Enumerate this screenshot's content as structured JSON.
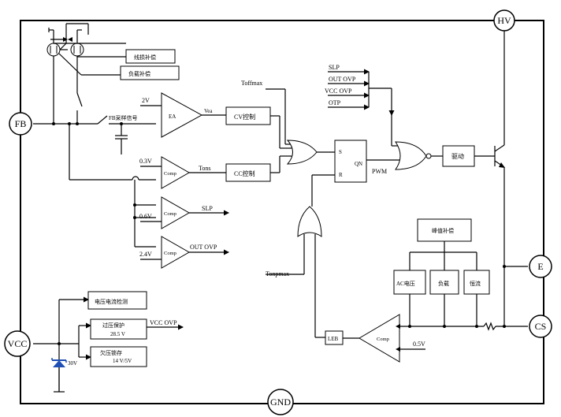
{
  "pins": {
    "hv": "HV",
    "fb": "FB",
    "e": "E",
    "cs": "CS",
    "vcc": "VCC",
    "gnd": "GND"
  },
  "labels": {
    "line_comp": "线损补偿",
    "load_comp": "负载补偿",
    "fb_sample": "FB采样信号",
    "ref_2v": "2V",
    "vea": "Vea",
    "ea": "EA",
    "cv_ctrl": "CV控制",
    "toffmax": "Toffmax",
    "ref_03v": "0.3V",
    "tons": "Tons",
    "cc_ctrl": "CC控制",
    "comp": "Comp",
    "ref_06v": "0.6V",
    "slp": "SLP",
    "ref_24v": "2.4V",
    "out_ovp": "OUT OVP",
    "latch_s": "S",
    "latch_r": "R",
    "latch_qn": "QN",
    "pwm": "PWM",
    "in_slp": "SLP",
    "in_out_ovp": "OUT OVP",
    "in_vcc_ovp": "VCC OVP",
    "in_otp": "OTP",
    "driver": "驱动",
    "peak_comp": "峰值补偿",
    "ac_v": "AC电压",
    "load": "负载",
    "const_cur": "恒流",
    "tonpmax": "Tonpmax",
    "leb": "LEB",
    "ref_05v": "0.5V",
    "vcc_detect": "电压电流检测",
    "ovp_label": "过压保护",
    "ovp_value": "28.5 V",
    "vcc_ovp_out": "VCC OVP",
    "uvlo_label": "欠压锁存",
    "uvlo_value": "14 V/5V",
    "zener_v": "30V"
  }
}
